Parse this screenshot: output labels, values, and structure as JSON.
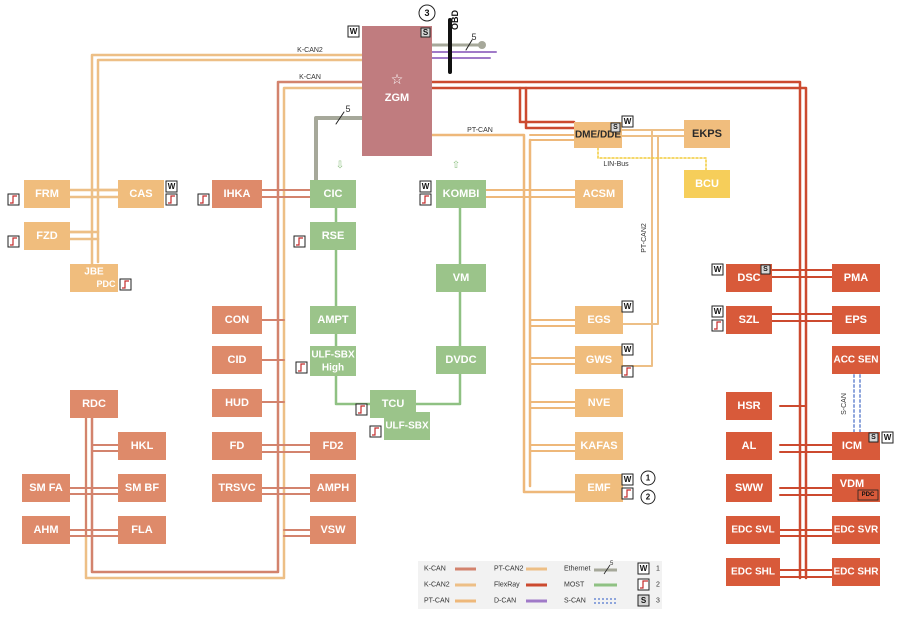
{
  "colors": {
    "k_can": "#d3836d",
    "k_can2": "#edbf86",
    "pt_can": "#eeb87a",
    "pt_can2": "#edbf86",
    "flexray": "#cc4a2f",
    "most": "#8fc183",
    "ethernet": "#a6a89a",
    "d_can": "#a07ac8",
    "s_can": "#8ea5dc",
    "zgm": "#c07c7f",
    "node_kcan": "#de8a6a",
    "node_flexray": "#d85a3a",
    "node_ptcan": "#f0bd7d",
    "node_most": "#9bc48a",
    "node_lin": "#f6ce5a"
  },
  "zgm": {
    "label": "ZGM",
    "icon": "star-icon",
    "w_mark": "W",
    "s_mark": "S"
  },
  "bus_labels": {
    "kcan2": "K-CAN2",
    "kcan": "K-CAN",
    "ptcan": "PT-CAN",
    "linbus": "LIN-Bus",
    "ptcan2": "PT-CAN2",
    "scan": "S-CAN",
    "eth_count_top": "5",
    "eth_count_left": "5",
    "obd": "OBD"
  },
  "callouts": {
    "c1": "1",
    "c2": "2",
    "c3": "3"
  },
  "marks": {
    "w": "W",
    "s": "S",
    "pdc": "PDC"
  },
  "nodes": {
    "frm": "FRM",
    "cas": "CAS",
    "fzd": "FZD",
    "jbe": "JBE",
    "jbe_sub": "PDC",
    "ihka": "IHKA",
    "cic": "CIC",
    "rse": "RSE",
    "kombi": "KOMBI",
    "vm": "VM",
    "ampt": "AMPT",
    "ulf_high_1": "ULF-SBX",
    "ulf_high_2": "High",
    "dvdc": "DVDC",
    "tcu": "TCU",
    "ulf_sbx": "ULF-SBX",
    "dme": "DME/DDE",
    "ekps": "EKPS",
    "bcu": "BCU",
    "acsm": "ACSM",
    "egs": "EGS",
    "gws": "GWS",
    "nve": "NVE",
    "kafas": "KAFAS",
    "emf": "EMF",
    "con": "CON",
    "cid": "CID",
    "hud": "HUD",
    "fd": "FD",
    "fd2": "FD2",
    "trsvc": "TRSVC",
    "amph": "AMPH",
    "vsw": "VSW",
    "rdc": "RDC",
    "hkl": "HKL",
    "smfa": "SM FA",
    "smbf": "SM BF",
    "ahm": "AHM",
    "fla": "FLA",
    "dsc": "DSC",
    "pma": "PMA",
    "szl": "SZL",
    "eps": "EPS",
    "acc": "ACC SEN",
    "hsr": "HSR",
    "al": "AL",
    "icm": "ICM",
    "sww": "SWW",
    "vdm": "VDM",
    "edcsvl": "EDC SVL",
    "edcsvr": "EDC SVR",
    "edcshl": "EDC SHL",
    "edcshr": "EDC SHR"
  },
  "legend": {
    "kcan": "K-CAN",
    "kcan2": "K-CAN2",
    "ptcan": "PT-CAN",
    "ptcan2": "PT-CAN2",
    "flexray": "FlexRay",
    "dcan": "D-CAN",
    "ethernet": "Ethernet",
    "most": "MOST",
    "scan": "S-CAN",
    "eth_num": "5",
    "w_key": "W",
    "w_num": "1",
    "s_key": "S",
    "s_num": "3",
    "wake_num": "2"
  }
}
